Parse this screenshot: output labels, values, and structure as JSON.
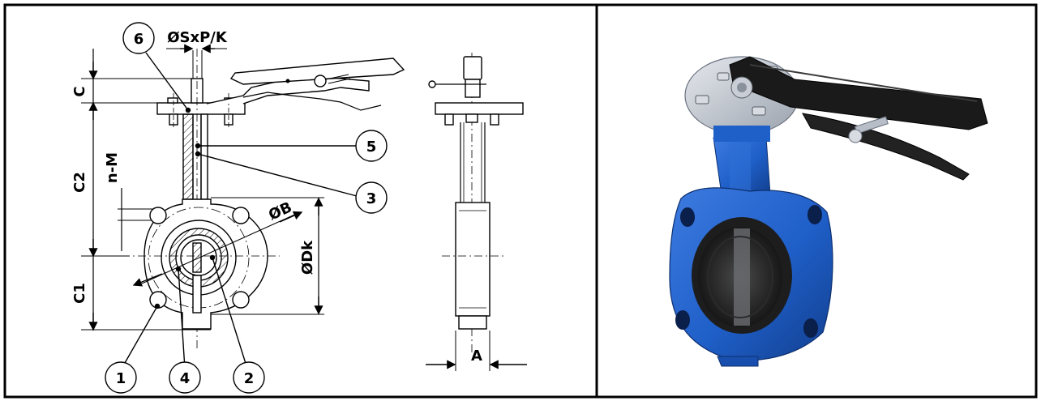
{
  "drawing": {
    "dim_shaft": "ØSxP/K",
    "dim_c": "C",
    "dim_c2": "C2",
    "dim_c1": "C1",
    "dim_nm": "n-M",
    "dim_b": "ØB",
    "dim_dk": "ØDk",
    "dim_a": "A"
  },
  "callouts": [
    "1",
    "2",
    "3",
    "4",
    "5",
    "6"
  ],
  "colors": {
    "line": "#000000",
    "valve_body": "#1f5fc8",
    "handle": "#1a1a1a",
    "metal": "#c9ced6"
  }
}
